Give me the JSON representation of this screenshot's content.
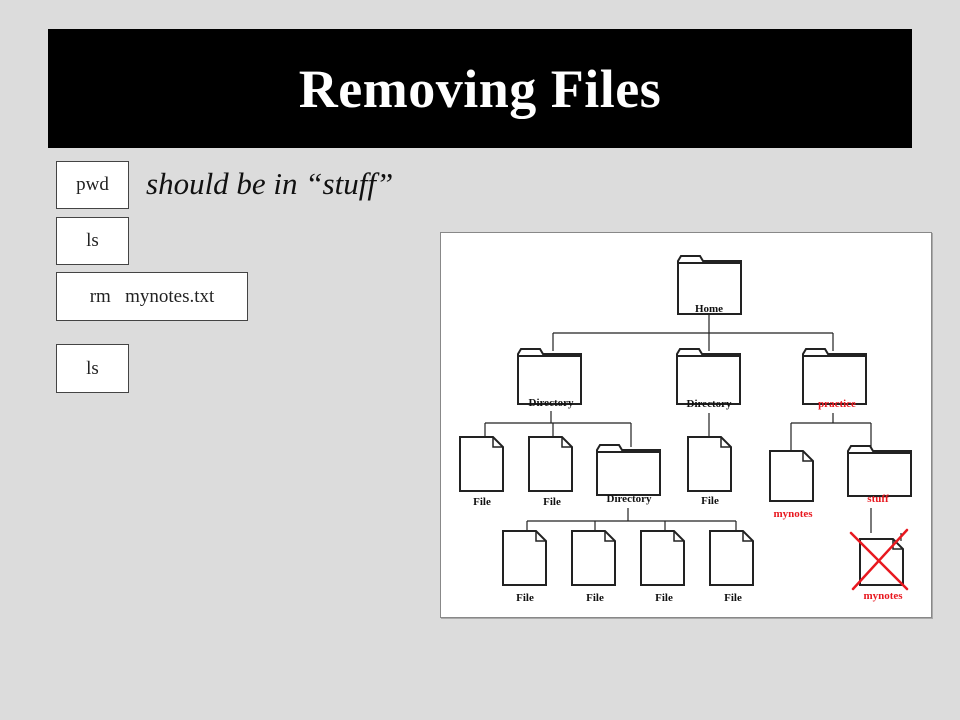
{
  "slide": {
    "title": "Removing Files",
    "note": "should be in “stuff”"
  },
  "commands": [
    {
      "text": "pwd"
    },
    {
      "text": "ls"
    },
    {
      "text": "rm   mynotes.txt"
    },
    {
      "text": "ls"
    }
  ],
  "diagram": {
    "nodes": {
      "home": "Home",
      "dir1": "Directory",
      "dir2": "Directory",
      "practice": "practice",
      "file1": "File",
      "file2": "File",
      "dir3": "Directory",
      "file3": "File",
      "mynotes1": "mynotes",
      "stuff": "stuff",
      "file4": "File",
      "file5": "File",
      "file6": "File",
      "file7": "File",
      "mynotes2": "mynotes"
    },
    "colors": {
      "highlight": "#e8181f",
      "normal": "#111111",
      "cross": "#e8181f"
    }
  }
}
